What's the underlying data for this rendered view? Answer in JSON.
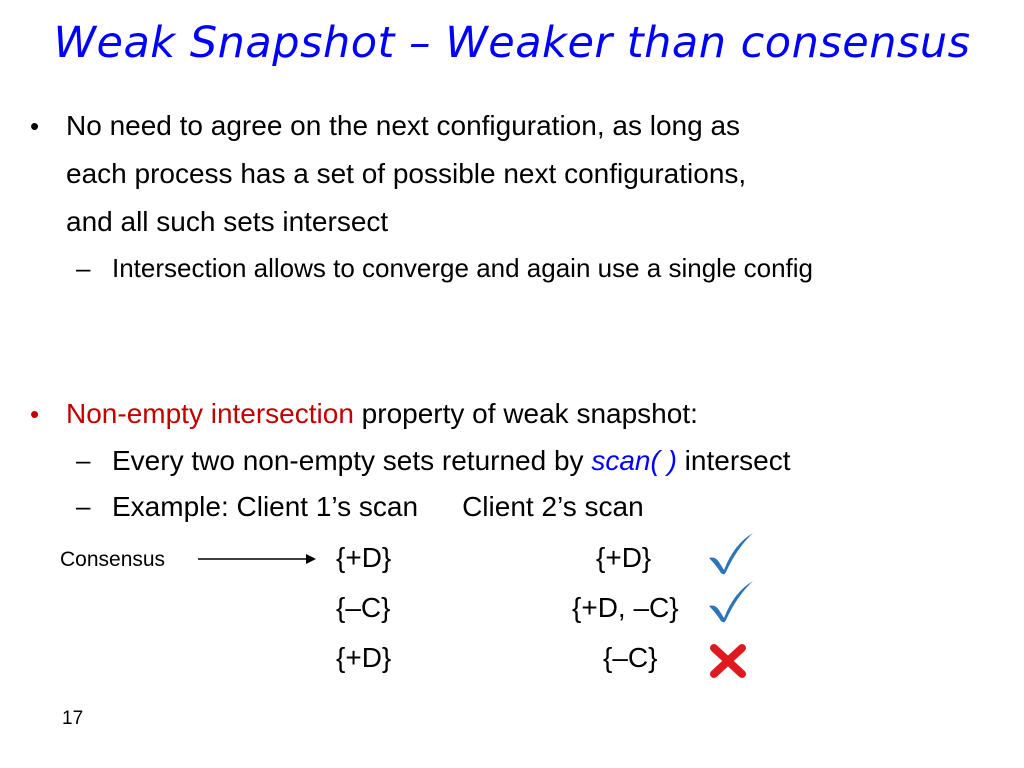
{
  "title": "Weak Snapshot – Weaker than consensus",
  "bullets": [
    {
      "marker": "•",
      "lines": [
        "No need to agree on the next configuration, as long as",
        "each process has a set of possible next configurations,",
        "and all such sets intersect"
      ],
      "sub": [
        {
          "marker": "–",
          "text": "Intersection allows to converge and again use a single config"
        }
      ]
    },
    {
      "marker": "•",
      "highlight": "Non-empty intersection",
      "rest": " property of weak snapshot:",
      "sub": [
        {
          "marker": "–",
          "before": "Every two non-empty sets returned by ",
          "emph": "scan( )",
          "after": " intersect"
        },
        {
          "marker": "–",
          "label_left": "Example: Client 1’s scan",
          "label_right": "Client 2’s scan"
        }
      ]
    }
  ],
  "consensus_label": "Consensus",
  "rows": [
    {
      "client1": "{+D}",
      "client2": "{+D}",
      "result_icon": "check-icon"
    },
    {
      "client1": "{–C}",
      "client2": "{+D, –C}",
      "result_icon": "check-icon"
    },
    {
      "client1": "{+D}",
      "client2": "{–C}",
      "result_icon": "cross-icon"
    }
  ],
  "page_number": "17",
  "colors": {
    "title": "#0000ff",
    "highlight": "#c00000",
    "emph": "#0000ff",
    "check": "#2e75b6",
    "cross": "#e0191e"
  }
}
